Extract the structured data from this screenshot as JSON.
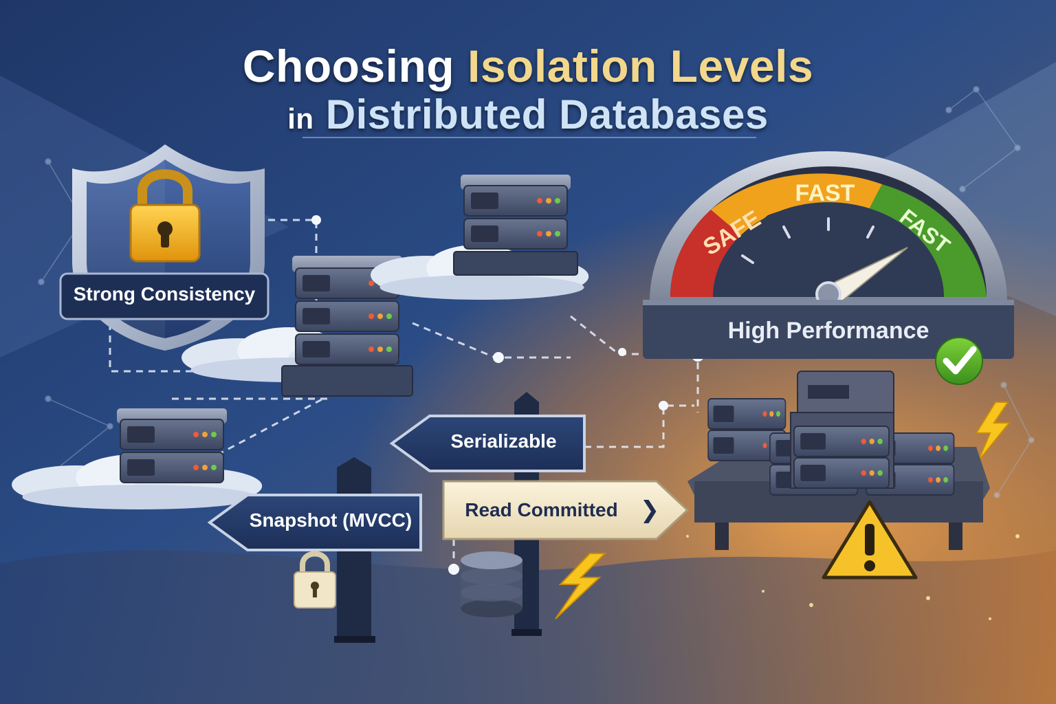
{
  "title": {
    "line1": {
      "word1": "Choosing",
      "word2": "Isolation Levels"
    },
    "line2": {
      "word1": "in",
      "word2": "Distributed Databases"
    }
  },
  "shield": {
    "label": "Strong Consistency",
    "icon": "padlock-icon"
  },
  "signpost": {
    "serializable": "Serializable",
    "snapshot": "Snapshot (MVCC)",
    "read_committed": "Read Committed",
    "arrow_icon": "chevron-right-icon"
  },
  "gauge": {
    "segments": [
      "SAFE",
      "FAST",
      "FAST"
    ],
    "segment_colors": [
      "#c8302a",
      "#f0a21c",
      "#4a9a2c"
    ],
    "label": "High Performance",
    "check_icon": "checkmark-icon"
  },
  "icons": [
    "padlock-icon",
    "lightning-icon",
    "warning-icon",
    "database-icon",
    "server-rack-icon",
    "cloud-icon"
  ],
  "colors": {
    "background_blue": "#243f73",
    "background_orange": "#d48a3a",
    "accent_gold": "#f2b82b"
  }
}
